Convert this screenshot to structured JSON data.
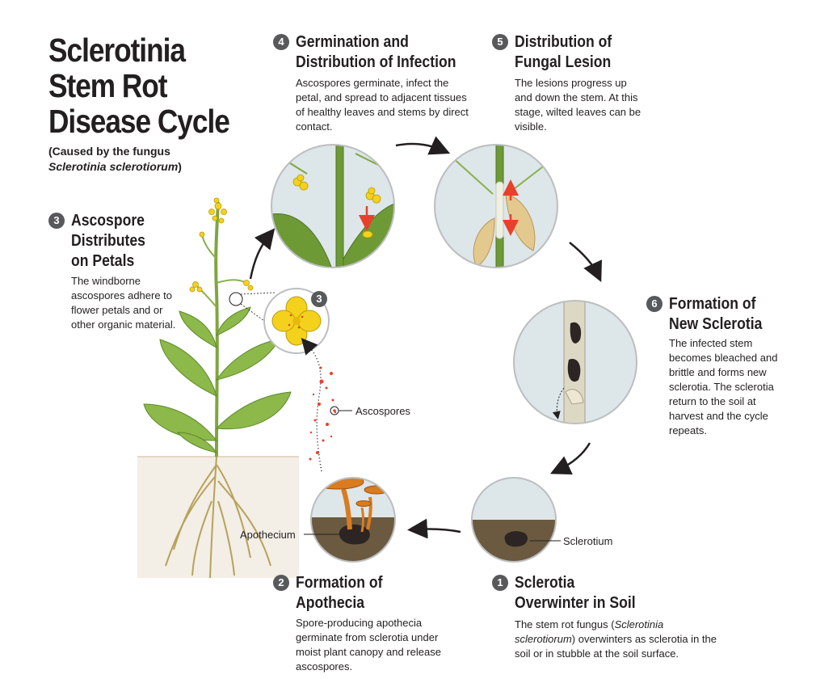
{
  "title": {
    "line1": "Sclerotinia",
    "line2": "Stem Rot",
    "line3": "Disease Cycle"
  },
  "subtitle": {
    "line1": "(Caused by the fungus",
    "line2": "Sclerotinia sclerotiorum",
    "line2_suffix": ")"
  },
  "steps": {
    "s1": {
      "number": "1",
      "heading1": "Sclerotia",
      "heading2": "Overwinter in Soil",
      "body1": "The stem rot fungus (",
      "body_italic": "Sclerotinia sclerotiorum",
      "body2": ") overwinters as sclerotia in the soil or in stubble at the soil surface."
    },
    "s2": {
      "number": "2",
      "heading1": "Formation of",
      "heading2": "Apothecia",
      "body": "Spore-producing apothecia germinate from sclerotia under moist plant canopy and release ascospores."
    },
    "s3": {
      "number": "3",
      "heading1": "Ascospore",
      "heading2": "Distributes",
      "heading3": "on Petals",
      "body": "The windborne ascospores adhere to flower petals and or other organic material."
    },
    "s4": {
      "number": "4",
      "heading1": "Germination and",
      "heading2": "Distribution of Infection",
      "body": "Ascospores germinate, infect the petal, and spread to adjacent tissues of healthy leaves and stems by direct contact."
    },
    "s5": {
      "number": "5",
      "heading1": "Distribution of",
      "heading2": "Fungal Lesion",
      "body": "The lesions progress up and down the stem. At this stage, wilted leaves can be visible."
    },
    "s6": {
      "number": "6",
      "heading1": "Formation of",
      "heading2": "New Sclerotia",
      "body": "The infected stem becomes bleached and brittle and forms new sclerotia. The sclerotia return to the soil at harvest and the cycle repeats."
    }
  },
  "labels": {
    "ascospores": "Ascospores",
    "apothecium": "Apothecium",
    "sclerotium": "Sclerotium",
    "inset_number": "3"
  },
  "colors": {
    "number_badge": "#58595b",
    "soil": "#6b5a40",
    "stem": "#5a8f29",
    "petal": "#f4d21c",
    "apothecia": "#d97b1f",
    "spores": "#e8402a",
    "circle_bg": "#dde6e9"
  }
}
